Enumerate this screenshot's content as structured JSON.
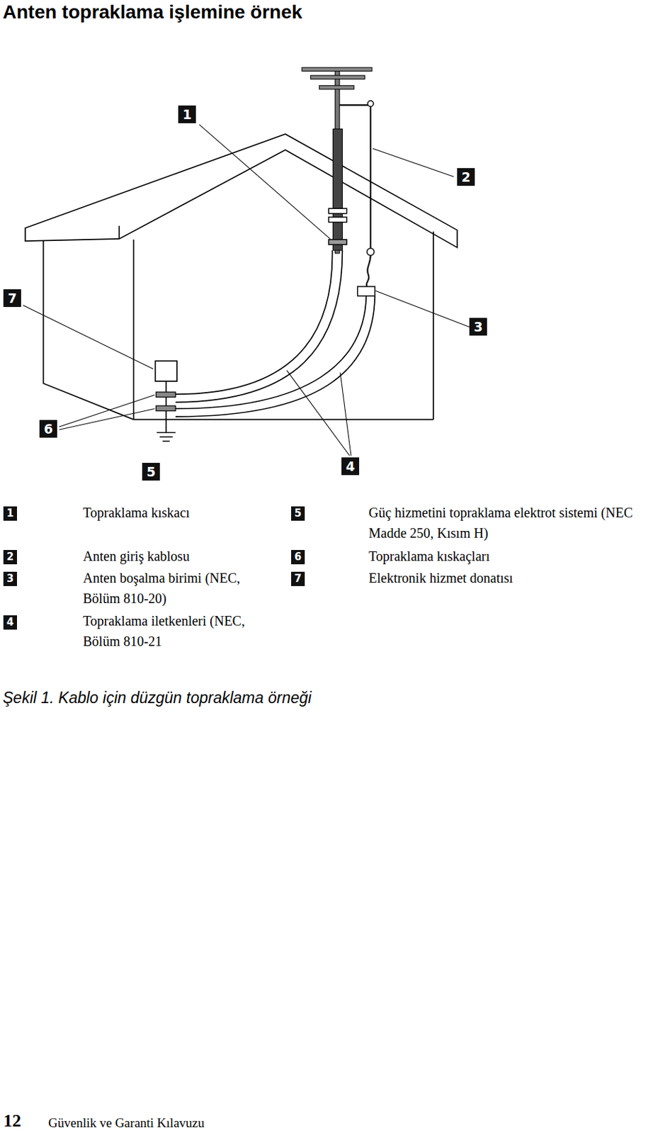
{
  "diagram": {
    "title": "Anten topraklama işlemine örnek",
    "caption": "Şekil 1. Kablo için düzgün topraklama örneği",
    "labels": [
      "1",
      "2",
      "7",
      "3",
      "6",
      "5",
      "4",
      "1",
      "Topraklama kıskacı",
      "5",
      "Güç hizmetini topraklama elektrot sistemi (NEC Madde 250, Kısım H)",
      "2",
      "Anten giriş kablosu",
      "6",
      "Topraklama kıskaçları",
      "3",
      "Anten boşalma birimi (NEC, Bölüm 810-20)",
      "7",
      "Elektronik hizmet donatısı",
      "4",
      "Topraklama iletkenleri (NEC, Bölüm 810-21",
      "12",
      "Güvenlik ve Garanti Kılavuzu"
    ]
  }
}
